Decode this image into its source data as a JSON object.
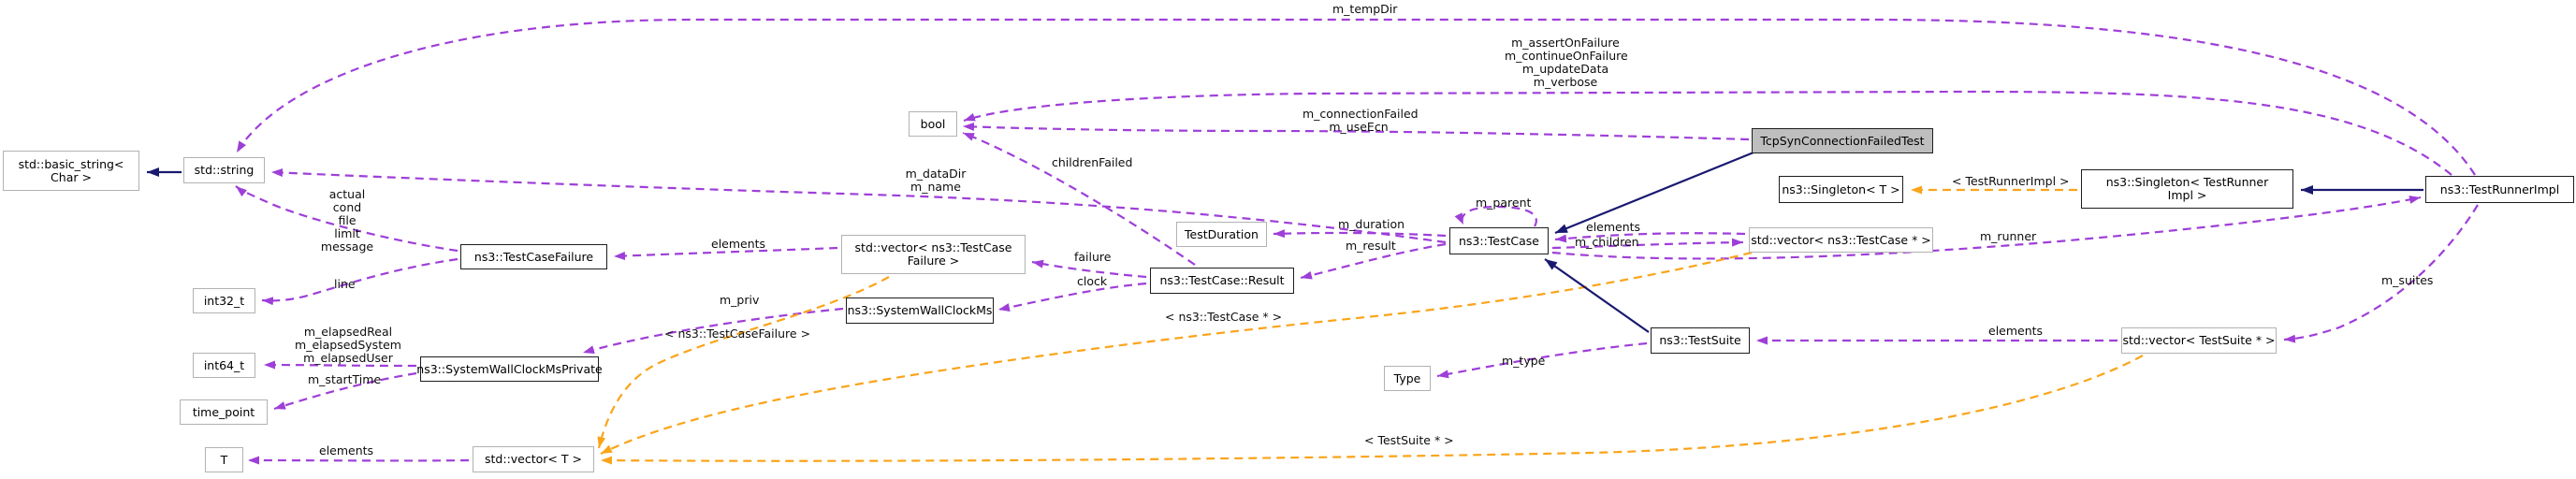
{
  "diagram_type": "class-collaboration-graph",
  "colors": {
    "usage_edge": "#9e3fd8",
    "inheritance_edge": "#191970",
    "template_edge": "#faa41a",
    "current_node_fill": "#bebebe",
    "doc_node_border": "#1d1d1d",
    "plain_node_border": "#b2b2b2"
  },
  "nodes": [
    {
      "id": "basic-string",
      "label": "std::basic_string<\nChar >"
    },
    {
      "id": "std-string",
      "label": "std::string"
    },
    {
      "id": "bool",
      "label": "bool"
    },
    {
      "id": "testcasefailure",
      "label": "ns3::TestCaseFailure"
    },
    {
      "id": "int32-t",
      "label": "int32_t"
    },
    {
      "id": "int64-t",
      "label": "int64_t"
    },
    {
      "id": "systemwallclockms-private",
      "label": "ns3::SystemWallClockMsPrivate"
    },
    {
      "id": "time-point",
      "label": "time_point"
    },
    {
      "id": "t",
      "label": "T"
    },
    {
      "id": "vector-t",
      "label": "std::vector< T >"
    },
    {
      "id": "vector-testcasefailure",
      "label": "std::vector< ns3::TestCase\nFailure >"
    },
    {
      "id": "systemwallclockms",
      "label": "ns3::SystemWallClockMs"
    },
    {
      "id": "testcase-result",
      "label": "ns3::TestCase::Result"
    },
    {
      "id": "testduration",
      "label": "TestDuration"
    },
    {
      "id": "testcase",
      "label": "ns3::TestCase"
    },
    {
      "id": "tcpsynconnectionfailedtest",
      "label": "TcpSynConnectionFailedTest"
    },
    {
      "id": "singleton-t",
      "label": "ns3::Singleton< T >"
    },
    {
      "id": "singleton-testrunnerimpl",
      "label": "ns3::Singleton< TestRunner\nImpl >"
    },
    {
      "id": "testrunnerimpl",
      "label": "ns3::TestRunnerImpl"
    },
    {
      "id": "vector-testcase-ptr",
      "label": "std::vector< ns3::TestCase * >"
    },
    {
      "id": "testsuite",
      "label": "ns3::TestSuite"
    },
    {
      "id": "type",
      "label": "Type"
    },
    {
      "id": "vector-testsuite-ptr",
      "label": "std::vector< TestSuite * >"
    }
  ],
  "labels": [
    "m_tempDir",
    "m_assertOnFailure\nm_continueOnFailure\nm_updateData\nm_verbose",
    "m_connectionFailed\nm_useEcn",
    "m_dataDir\nm_name",
    "childrenFailed",
    "actual\ncond\nfile\nlimit\nmessage",
    "line",
    "elements",
    "failure",
    "clock",
    "m_priv",
    "< ns3::TestCaseFailure >",
    "m_elapsedReal\nm_elapsedSystem\nm_elapsedUser",
    "m_startTime",
    "elements",
    "< ns3::TestCase * >",
    "< TestSuite * >",
    "m_duration",
    "m_result",
    "m_parent",
    "elements",
    "m_children",
    "< TestRunnerImpl >",
    "m_runner",
    "m_suites",
    "m_type",
    "elements"
  ]
}
